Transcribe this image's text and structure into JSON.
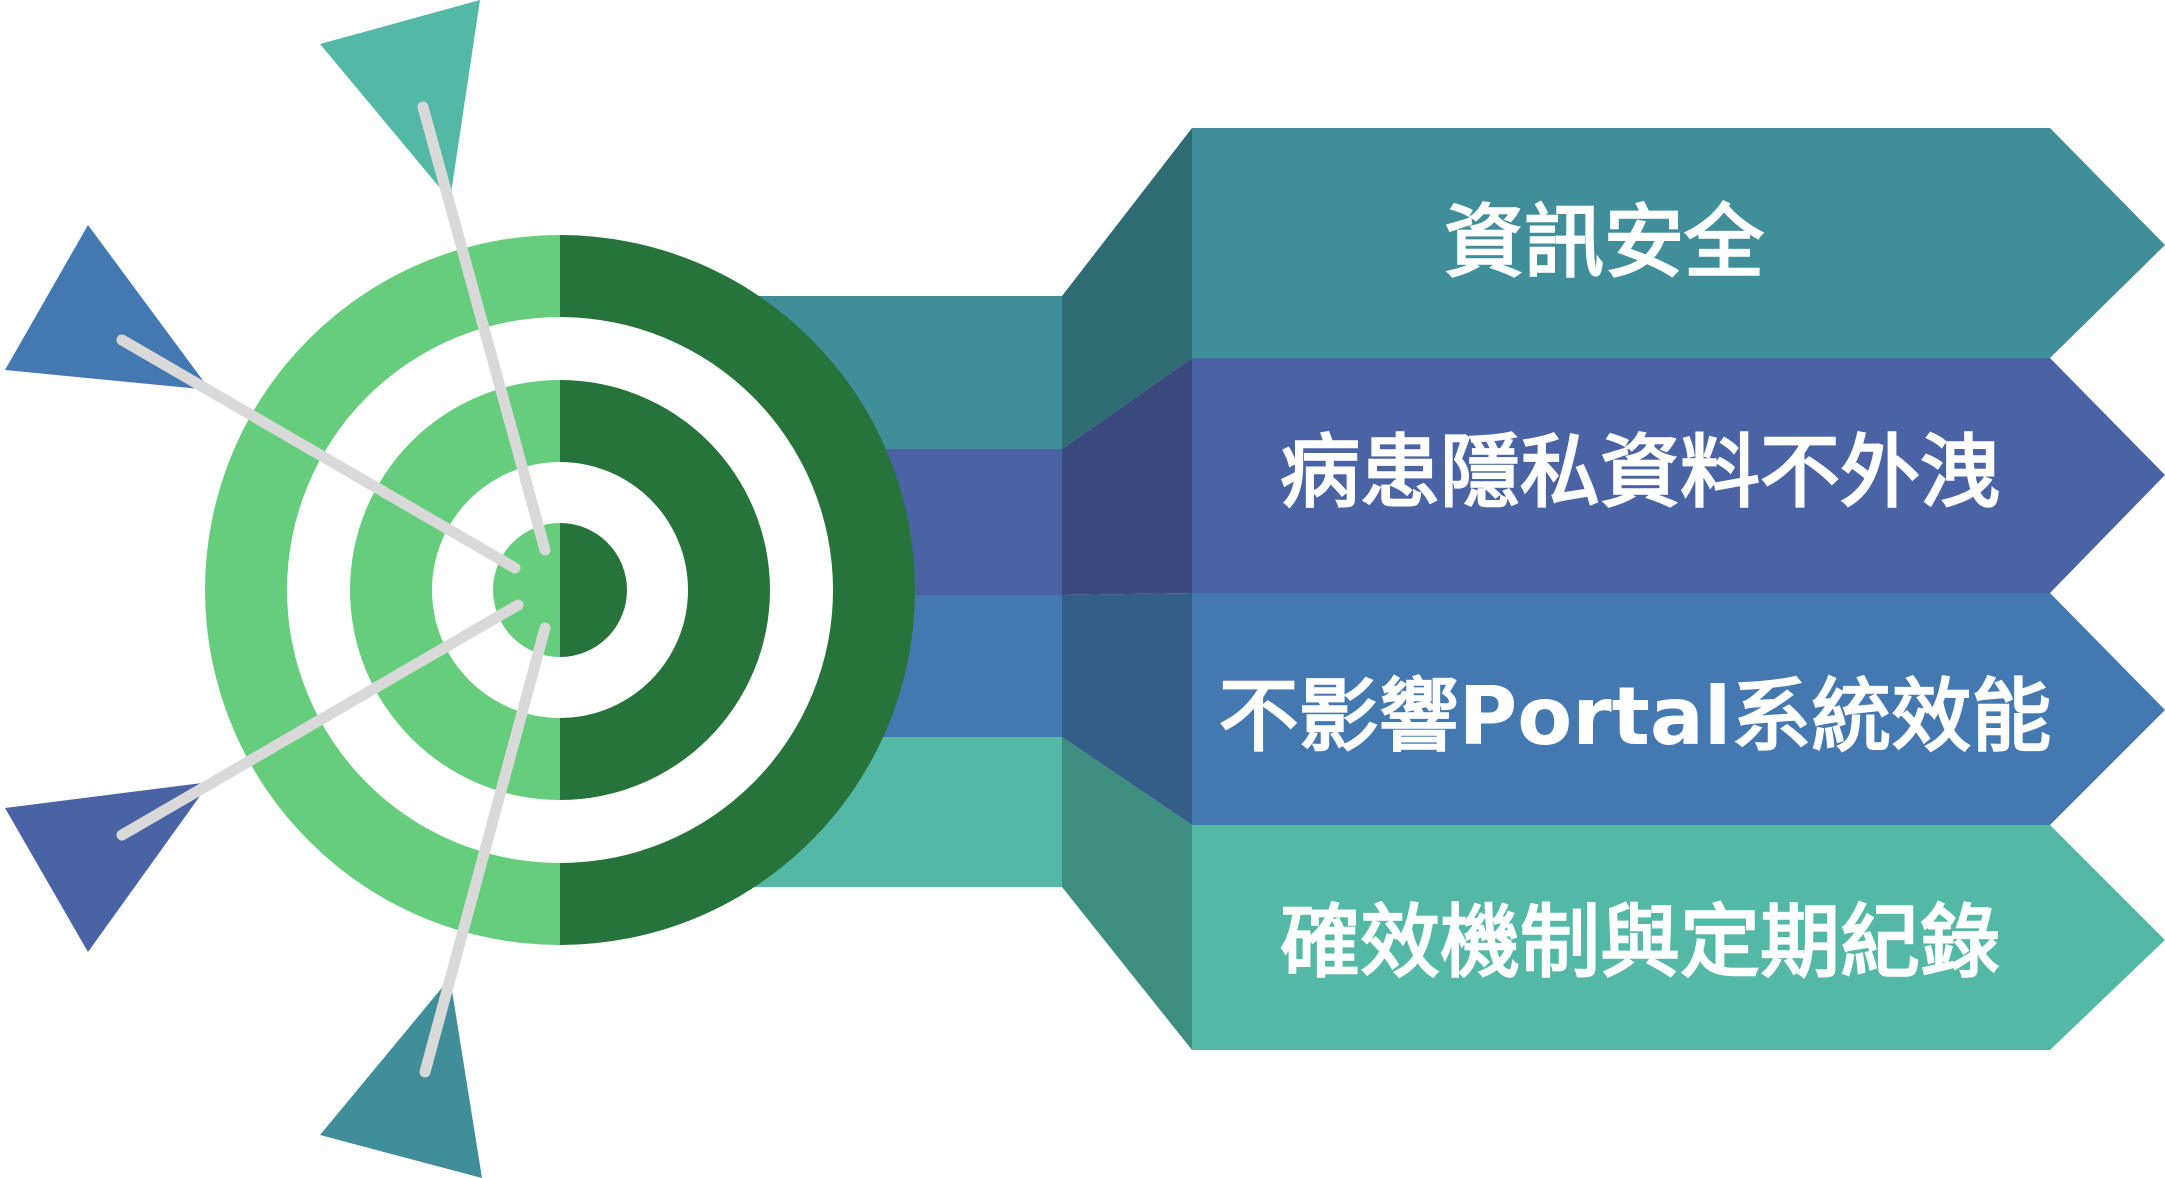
{
  "goals": [
    {
      "label": "資訊安全",
      "color": "#408e99",
      "fold_color": "#2e6b73"
    },
    {
      "label": "病患隱私資料不外洩",
      "color": "#4a63a4",
      "fold_color": "#3a4a7e"
    },
    {
      "label": "不影響Portal系統效能",
      "color": "#4379b0",
      "fold_color": "#325e88"
    },
    {
      "label": "確效機制與定期紀錄",
      "color": "#54b8a7",
      "fold_color": "#3e8e80"
    }
  ],
  "target_colors": {
    "light": "#66cd7d",
    "dark": "#26743b",
    "white": "#ffffff"
  },
  "arrow_colors": {
    "fletch_top": "#54b8a7",
    "fletch_upper_left": "#4379b0",
    "fletch_lower_left": "#4a63a4",
    "fletch_bottom": "#408e99",
    "shaft": "#d9d9d9"
  }
}
